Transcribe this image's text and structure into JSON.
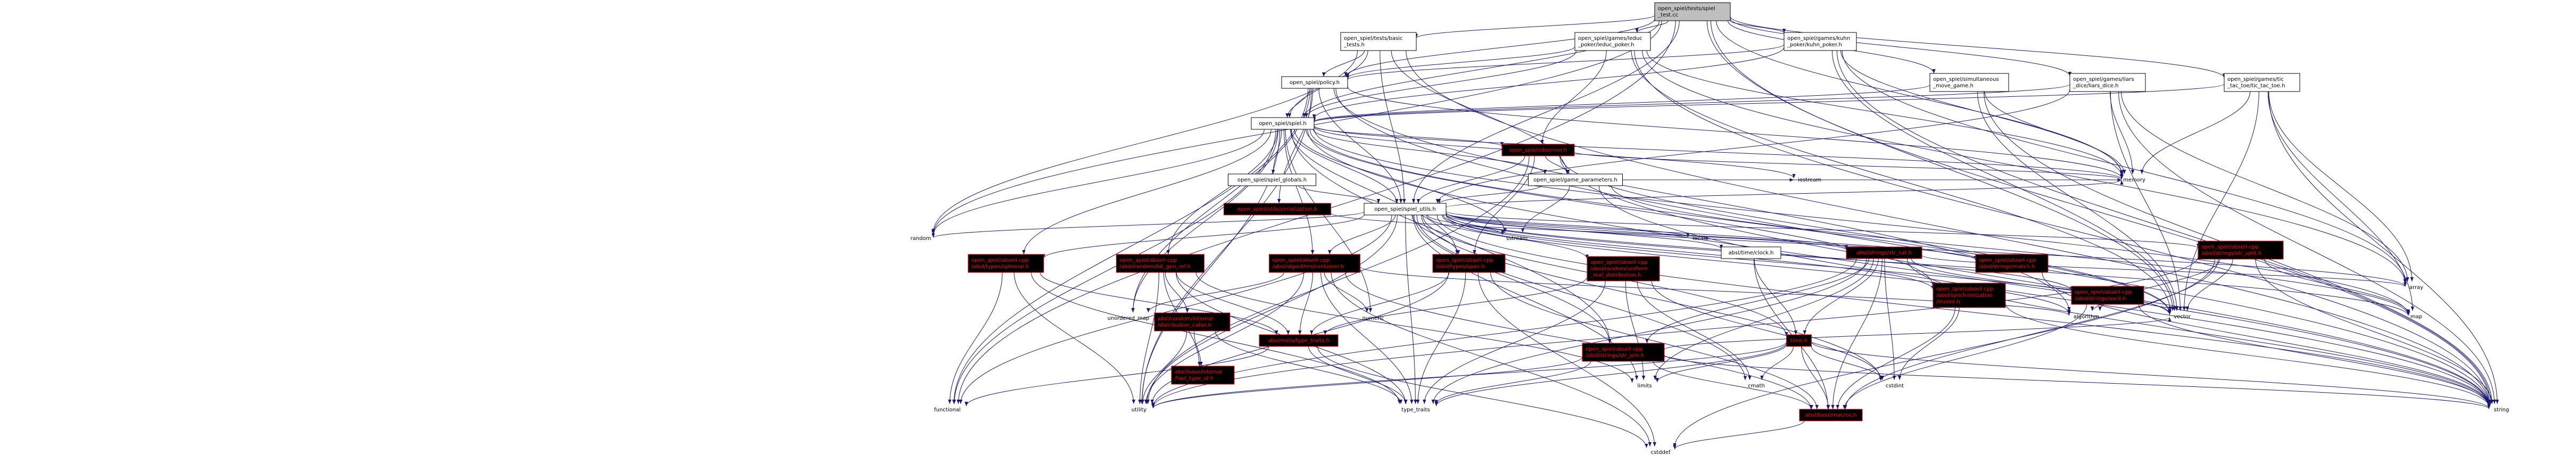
{
  "graph": {
    "nodes": [
      {
        "id": "root",
        "lines": [
          "open_spiel/tests/spiel",
          "_test.cc"
        ],
        "style": "root"
      },
      {
        "id": "basic_tests",
        "lines": [
          "open_spiel/tests/basic",
          "_tests.h"
        ],
        "style": "normal"
      },
      {
        "id": "leduc",
        "lines": [
          "open_spiel/games/leduc",
          "_poker/leduc_poker.h"
        ],
        "style": "normal"
      },
      {
        "id": "kuhn",
        "lines": [
          "open_spiel/games/kuhn",
          "_poker/kuhn_poker.h"
        ],
        "style": "normal"
      },
      {
        "id": "sim_move",
        "lines": [
          "open_spiel/simultaneous",
          "_move_game.h"
        ],
        "style": "normal"
      },
      {
        "id": "liars_dice",
        "lines": [
          "open_spiel/games/liars",
          "_dice/liars_dice.h"
        ],
        "style": "normal"
      },
      {
        "id": "tictactoe",
        "lines": [
          "open_spiel/games/tic",
          "_tac_toe/tic_tac_toe.h"
        ],
        "style": "normal"
      },
      {
        "id": "policy",
        "lines": [
          "open_spiel/policy.h"
        ],
        "style": "normal"
      },
      {
        "id": "spiel",
        "lines": [
          "open_spiel/spiel.h"
        ],
        "style": "normal"
      },
      {
        "id": "observer",
        "lines": [
          "open_spiel/observer.h"
        ],
        "style": "red"
      },
      {
        "id": "spiel_globals",
        "lines": [
          "open_spiel/spiel_globals.h"
        ],
        "style": "normal"
      },
      {
        "id": "game_params",
        "lines": [
          "open_spiel/game_parameters.h"
        ],
        "style": "normal"
      },
      {
        "id": "serialization",
        "lines": [
          "open_spiel/utils/serialization.h"
        ],
        "style": "red"
      },
      {
        "id": "spiel_utils",
        "lines": [
          "open_spiel/spiel_utils.h"
        ],
        "style": "normal"
      },
      {
        "id": "optional",
        "lines": [
          "open_spiel/abseil-cpp",
          "/absl/types/optional.h"
        ],
        "style": "red"
      },
      {
        "id": "bit_gen_ref",
        "lines": [
          "open_spiel/abseil-cpp",
          "/absl/random/bit_gen_ref.h"
        ],
        "style": "red"
      },
      {
        "id": "container",
        "lines": [
          "open_spiel/abseil-cpp",
          "/absl/algorithm/container.h"
        ],
        "style": "red"
      },
      {
        "id": "span",
        "lines": [
          "open_spiel/abseil-cpp",
          "/absl/types/span.h"
        ],
        "style": "red"
      },
      {
        "id": "uniform_real",
        "lines": [
          "open_spiel/abseil-cpp",
          "/absl/random/uniform",
          "_real_distribution.h"
        ],
        "style": "red"
      },
      {
        "id": "clock",
        "lines": [
          "absl/time/clock.h"
        ],
        "style": "normal"
      },
      {
        "id": "str_cat",
        "lines": [
          "absl/strings/str_cat.h"
        ],
        "style": "red"
      },
      {
        "id": "match",
        "lines": [
          "open_spiel/abseil-cpp",
          "/absl/strings/match.h"
        ],
        "style": "red"
      },
      {
        "id": "mutex",
        "lines": [
          "open_spiel/abseil-cpp",
          "/absl/synchronization",
          "/mutex.h"
        ],
        "style": "red"
      },
      {
        "id": "ascii",
        "lines": [
          "open_spiel/abseil-cpp",
          "/absl/strings/ascii.h"
        ],
        "style": "red"
      },
      {
        "id": "str_split",
        "lines": [
          "open_spiel/abseil-cpp",
          "/absl/strings/str_split.h"
        ],
        "style": "red"
      },
      {
        "id": "dist_caller",
        "lines": [
          "absl/random/internal",
          "/distribution_caller.h"
        ],
        "style": "red"
      },
      {
        "id": "fast_type_id",
        "lines": [
          "absl/base/internal",
          "/fast_type_id.h"
        ],
        "style": "red"
      },
      {
        "id": "type_traits_h",
        "lines": [
          "absl/meta/type_traits.h"
        ],
        "style": "red"
      },
      {
        "id": "str_join",
        "lines": [
          "open_spiel/abseil-cpp",
          "/absl/strings/str_join.h"
        ],
        "style": "red"
      },
      {
        "id": "time_h",
        "lines": [
          "time.h"
        ],
        "style": "red"
      },
      {
        "id": "macros",
        "lines": [
          "absl/base/macros.h"
        ],
        "style": "red"
      },
      {
        "id": "random",
        "lines": [
          "random"
        ],
        "style": "plain"
      },
      {
        "id": "functional",
        "lines": [
          "functional"
        ],
        "style": "plain"
      },
      {
        "id": "unordered_map",
        "lines": [
          "unordered_map"
        ],
        "style": "plain"
      },
      {
        "id": "numeric",
        "lines": [
          "numeric"
        ],
        "style": "plain"
      },
      {
        "id": "utility",
        "lines": [
          "utility"
        ],
        "style": "plain"
      },
      {
        "id": "type_traits",
        "lines": [
          "type_traits"
        ],
        "style": "plain"
      },
      {
        "id": "limits",
        "lines": [
          "limits"
        ],
        "style": "plain"
      },
      {
        "id": "cmath",
        "lines": [
          "cmath"
        ],
        "style": "plain"
      },
      {
        "id": "cstdint",
        "lines": [
          "cstdint"
        ],
        "style": "plain"
      },
      {
        "id": "cstddef",
        "lines": [
          "cstddef"
        ],
        "style": "plain"
      },
      {
        "id": "sstream",
        "lines": [
          "sstream"
        ],
        "style": "plain"
      },
      {
        "id": "locale",
        "lines": [
          "locale"
        ],
        "style": "plain"
      },
      {
        "id": "iostream",
        "lines": [
          "iostream"
        ],
        "style": "plain"
      },
      {
        "id": "memory",
        "lines": [
          "memory"
        ],
        "style": "plain"
      },
      {
        "id": "algorithm",
        "lines": [
          "algorithm"
        ],
        "style": "plain"
      },
      {
        "id": "vector",
        "lines": [
          "vector"
        ],
        "style": "plain"
      },
      {
        "id": "map",
        "lines": [
          "map"
        ],
        "style": "plain"
      },
      {
        "id": "array",
        "lines": [
          "array"
        ],
        "style": "plain"
      },
      {
        "id": "string",
        "lines": [
          "string"
        ],
        "style": "plain"
      }
    ],
    "edges": [
      [
        "root",
        "basic_tests"
      ],
      [
        "root",
        "leduc"
      ],
      [
        "root",
        "kuhn"
      ],
      [
        "root",
        "sim_move"
      ],
      [
        "root",
        "liars_dice"
      ],
      [
        "root",
        "tictactoe"
      ],
      [
        "root",
        "policy"
      ],
      [
        "root",
        "spiel"
      ],
      [
        "root",
        "spiel_utils"
      ],
      [
        "root",
        "functional"
      ],
      [
        "root",
        "random"
      ],
      [
        "root",
        "memory"
      ],
      [
        "root",
        "vector"
      ],
      [
        "root",
        "string"
      ],
      [
        "basic_tests",
        "policy"
      ],
      [
        "basic_tests",
        "spiel"
      ],
      [
        "basic_tests",
        "spiel_utils"
      ],
      [
        "basic_tests",
        "game_params"
      ],
      [
        "basic_tests",
        "random"
      ],
      [
        "basic_tests",
        "string"
      ],
      [
        "leduc",
        "policy"
      ],
      [
        "leduc",
        "spiel"
      ],
      [
        "leduc",
        "observer"
      ],
      [
        "leduc",
        "memory"
      ],
      [
        "leduc",
        "vector"
      ],
      [
        "leduc",
        "array"
      ],
      [
        "leduc",
        "string"
      ],
      [
        "kuhn",
        "policy"
      ],
      [
        "kuhn",
        "spiel"
      ],
      [
        "kuhn",
        "memory"
      ],
      [
        "kuhn",
        "vector"
      ],
      [
        "kuhn",
        "array"
      ],
      [
        "kuhn",
        "string"
      ],
      [
        "sim_move",
        "spiel"
      ],
      [
        "sim_move",
        "memory"
      ],
      [
        "sim_move",
        "vector"
      ],
      [
        "sim_move",
        "string"
      ],
      [
        "liars_dice",
        "spiel"
      ],
      [
        "liars_dice",
        "spiel_utils"
      ],
      [
        "liars_dice",
        "memory"
      ],
      [
        "liars_dice",
        "array"
      ],
      [
        "liars_dice",
        "vector"
      ],
      [
        "liars_dice",
        "string"
      ],
      [
        "tictactoe",
        "spiel"
      ],
      [
        "tictactoe",
        "memory"
      ],
      [
        "tictactoe",
        "array"
      ],
      [
        "tictactoe",
        "map"
      ],
      [
        "tictactoe",
        "vector"
      ],
      [
        "tictactoe",
        "string"
      ],
      [
        "policy",
        "spiel"
      ],
      [
        "policy",
        "spiel_utils"
      ],
      [
        "policy",
        "serialization"
      ],
      [
        "policy",
        "memory"
      ],
      [
        "policy",
        "unordered_map"
      ],
      [
        "policy",
        "utility"
      ],
      [
        "policy",
        "string"
      ],
      [
        "policy",
        "functional"
      ],
      [
        "policy",
        "algorithm"
      ],
      [
        "spiel",
        "observer"
      ],
      [
        "spiel",
        "spiel_globals"
      ],
      [
        "spiel",
        "game_params"
      ],
      [
        "spiel",
        "spiel_utils"
      ],
      [
        "spiel",
        "optional"
      ],
      [
        "spiel",
        "bit_gen_ref"
      ],
      [
        "spiel",
        "container"
      ],
      [
        "spiel",
        "span"
      ],
      [
        "spiel",
        "mutex"
      ],
      [
        "spiel",
        "str_join"
      ],
      [
        "spiel",
        "random"
      ],
      [
        "spiel",
        "functional"
      ],
      [
        "spiel",
        "utility"
      ],
      [
        "spiel",
        "unordered_map"
      ],
      [
        "spiel",
        "numeric"
      ],
      [
        "spiel",
        "sstream"
      ],
      [
        "spiel",
        "iostream"
      ],
      [
        "spiel",
        "memory"
      ],
      [
        "spiel",
        "vector"
      ],
      [
        "spiel",
        "map"
      ],
      [
        "spiel",
        "string"
      ],
      [
        "observer",
        "spiel_utils"
      ],
      [
        "observer",
        "game_params"
      ],
      [
        "observer",
        "span"
      ],
      [
        "observer",
        "memory"
      ],
      [
        "observer",
        "vector"
      ],
      [
        "observer",
        "string"
      ],
      [
        "observer",
        "utility"
      ],
      [
        "spiel_globals",
        "spiel_utils"
      ],
      [
        "game_params",
        "spiel_utils"
      ],
      [
        "game_params",
        "iostream"
      ],
      [
        "game_params",
        "map"
      ],
      [
        "game_params",
        "sstream"
      ],
      [
        "game_params",
        "string"
      ],
      [
        "game_params",
        "memory"
      ],
      [
        "serialization",
        "str_cat"
      ],
      [
        "spiel_utils",
        "optional"
      ],
      [
        "spiel_utils",
        "container"
      ],
      [
        "spiel_utils",
        "span"
      ],
      [
        "spiel_utils",
        "uniform_real"
      ],
      [
        "spiel_utils",
        "clock"
      ],
      [
        "spiel_utils",
        "str_cat"
      ],
      [
        "spiel_utils",
        "match"
      ],
      [
        "spiel_utils",
        "mutex"
      ],
      [
        "spiel_utils",
        "ascii"
      ],
      [
        "spiel_utils",
        "str_split"
      ],
      [
        "spiel_utils",
        "str_join"
      ],
      [
        "spiel_utils",
        "time_h"
      ],
      [
        "spiel_utils",
        "random"
      ],
      [
        "spiel_utils",
        "sstream"
      ],
      [
        "spiel_utils",
        "locale"
      ],
      [
        "spiel_utils",
        "type_traits"
      ],
      [
        "spiel_utils",
        "utility"
      ],
      [
        "spiel_utils",
        "cstdint"
      ],
      [
        "spiel_utils",
        "cmath"
      ],
      [
        "spiel_utils",
        "limits"
      ],
      [
        "spiel_utils",
        "algorithm"
      ],
      [
        "spiel_utils",
        "vector"
      ],
      [
        "spiel_utils",
        "array"
      ],
      [
        "spiel_utils",
        "map"
      ],
      [
        "spiel_utils",
        "string"
      ],
      [
        "spiel_utils",
        "memory"
      ],
      [
        "spiel_utils",
        "functional"
      ],
      [
        "optional",
        "type_traits_h"
      ],
      [
        "optional",
        "utility"
      ],
      [
        "optional",
        "functional"
      ],
      [
        "optional",
        "type_traits"
      ],
      [
        "bit_gen_ref",
        "dist_caller"
      ],
      [
        "bit_gen_ref",
        "fast_type_id"
      ],
      [
        "bit_gen_ref",
        "type_traits_h"
      ],
      [
        "bit_gen_ref",
        "type_traits"
      ],
      [
        "bit_gen_ref",
        "utility"
      ],
      [
        "bit_gen_ref",
        "limits"
      ],
      [
        "container",
        "type_traits_h"
      ],
      [
        "container",
        "macros"
      ],
      [
        "container",
        "utility"
      ],
      [
        "container",
        "numeric"
      ],
      [
        "container",
        "unordered_map"
      ],
      [
        "container",
        "type_traits"
      ],
      [
        "container",
        "cstddef"
      ],
      [
        "container",
        "algorithm"
      ],
      [
        "span",
        "type_traits_h"
      ],
      [
        "span",
        "macros"
      ],
      [
        "span",
        "utility"
      ],
      [
        "span",
        "type_traits"
      ],
      [
        "span",
        "cstddef"
      ],
      [
        "uniform_real",
        "type_traits_h"
      ],
      [
        "uniform_real",
        "limits"
      ],
      [
        "uniform_real",
        "cmath"
      ],
      [
        "uniform_real",
        "type_traits"
      ],
      [
        "uniform_real",
        "cstdint"
      ],
      [
        "clock",
        "time_h"
      ],
      [
        "clock",
        "macros"
      ],
      [
        "str_cat",
        "str_join"
      ],
      [
        "str_cat",
        "macros"
      ],
      [
        "str_cat",
        "time_h"
      ],
      [
        "str_cat",
        "cstdint"
      ],
      [
        "str_cat",
        "string"
      ],
      [
        "str_cat",
        "vector"
      ],
      [
        "str_cat",
        "utility"
      ],
      [
        "str_cat",
        "array"
      ],
      [
        "str_cat",
        "type_traits"
      ],
      [
        "str_cat",
        "limits"
      ],
      [
        "match",
        "string"
      ],
      [
        "mutex",
        "macros"
      ],
      [
        "mutex",
        "cstdint"
      ],
      [
        "mutex",
        "string"
      ],
      [
        "ascii",
        "macros"
      ],
      [
        "ascii",
        "algorithm"
      ],
      [
        "ascii",
        "string"
      ],
      [
        "str_split",
        "macros"
      ],
      [
        "str_split",
        "algorithm"
      ],
      [
        "str_split",
        "map"
      ],
      [
        "str_split",
        "vector"
      ],
      [
        "str_split",
        "string"
      ],
      [
        "str_split",
        "utility"
      ],
      [
        "str_split",
        "cstddef"
      ],
      [
        "dist_caller",
        "fast_type_id"
      ],
      [
        "dist_caller",
        "utility"
      ],
      [
        "dist_caller",
        "type_traits"
      ],
      [
        "type_traits_h",
        "functional"
      ],
      [
        "type_traits_h",
        "type_traits"
      ],
      [
        "type_traits_h",
        "cstddef"
      ],
      [
        "str_join",
        "macros"
      ],
      [
        "str_join",
        "utility"
      ],
      [
        "str_join",
        "type_traits"
      ],
      [
        "str_join",
        "string"
      ],
      [
        "str_join",
        "vector"
      ],
      [
        "time_h",
        "macros"
      ],
      [
        "time_h",
        "cmath"
      ],
      [
        "time_h",
        "cstdint"
      ],
      [
        "time_h",
        "limits"
      ],
      [
        "time_h",
        "utility"
      ],
      [
        "time_h",
        "type_traits"
      ],
      [
        "time_h",
        "string"
      ],
      [
        "macros",
        "cstddef"
      ]
    ]
  }
}
